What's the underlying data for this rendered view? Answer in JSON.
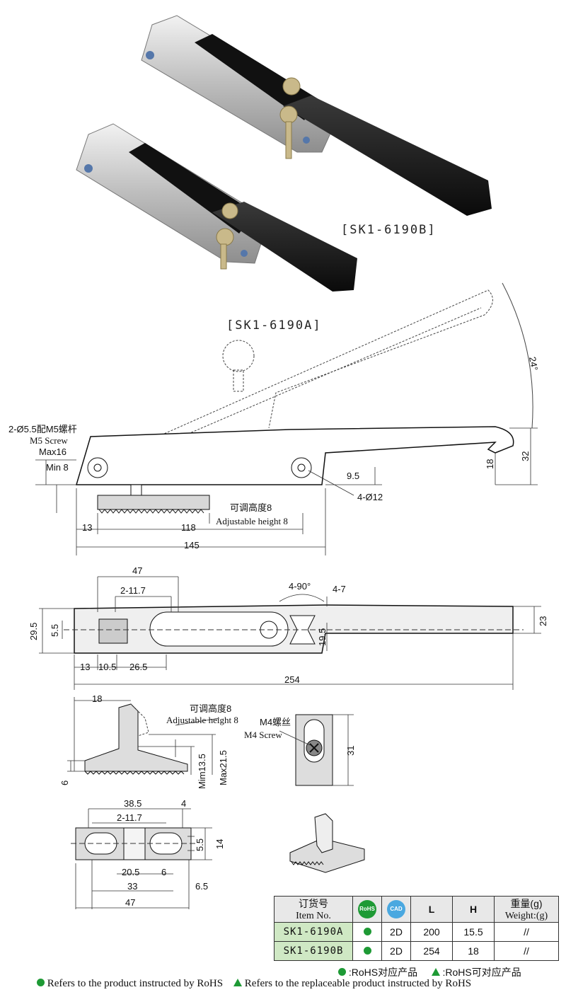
{
  "products": {
    "label_b": "[SK1-6190B]",
    "label_a": "[SK1-6190A]"
  },
  "side_view": {
    "hole_note_cn": "2-Ø5.5配M5螺杆",
    "hole_note_en": "M5 Screw",
    "max16": "Max16",
    "min8": "Min 8",
    "dim_9_5": "9.5",
    "holes_4": "4-Ø12",
    "adj_cn": "可调高度8",
    "adj_en": "Adjustable height 8",
    "dim_13": "13",
    "dim_118": "118",
    "dim_145": "145",
    "dim_18": "18",
    "dim_32": "32",
    "angle_24": "24°"
  },
  "top_view": {
    "dim_47": "47",
    "dim_2_11_7": "2-11.7",
    "angle_4_90": "4-90°",
    "dim_4_7": "4-7",
    "dim_29_5": "29.5",
    "dim_5_5": "5.5",
    "dim_19_5": "19.5",
    "dim_23": "23",
    "dim_13": "13",
    "dim_10_5": "10.5",
    "dim_26_5": "26.5",
    "dim_254": "254"
  },
  "bracket_side": {
    "dim_18": "18",
    "adj_cn": "可调高度8",
    "adj_en": "Adjustable height 8",
    "dim_6": "6",
    "min13_5": "Mim13.5",
    "max21_5": "Max21.5"
  },
  "bracket_front": {
    "screw_cn": "M4螺丝",
    "screw_en": "M4 Screw",
    "dim_31": "31"
  },
  "bracket_top": {
    "dim_38_5": "38.5",
    "dim_4": "4",
    "dim_2_11_7": "2-11.7",
    "dim_5_5": "5.5",
    "dim_14": "14",
    "dim_20_5": "20.5",
    "dim_6": "6",
    "dim_33": "33",
    "dim_6_5": "6.5",
    "dim_47": "47"
  },
  "table": {
    "h_item_cn": "订货号",
    "h_item_en": "Item No.",
    "h_rohs": "RoHS",
    "h_cad": "CAD",
    "h_l": "L",
    "h_h": "H",
    "h_weight_cn": "重量(g)",
    "h_weight_en": "Weight:(g)",
    "rows": [
      {
        "item": "SK1-6190A",
        "cad": "2D",
        "l": "200",
        "h": "15.5",
        "weight": "//"
      },
      {
        "item": "SK1-6190B",
        "cad": "2D",
        "l": "254",
        "h": "18",
        "weight": "//"
      }
    ]
  },
  "legend": {
    "cn_dot": ":RoHS对应产品",
    "cn_tri": ":RoHS可对应产品",
    "en_dot": "Refers to the product instructed by RoHS",
    "en_tri": "Refers to the replaceable product instructed by RoHS"
  }
}
